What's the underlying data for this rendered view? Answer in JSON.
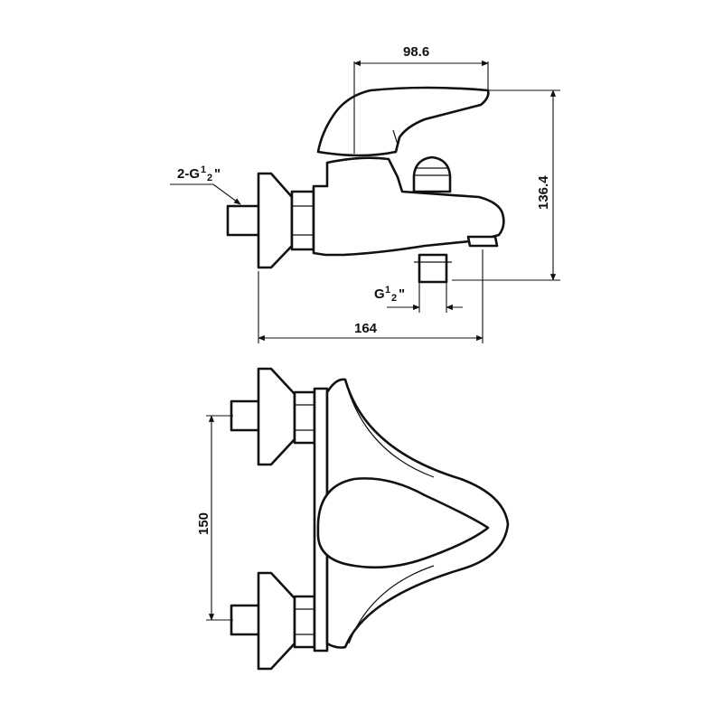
{
  "dimensions": {
    "lever_width": "98.6",
    "total_height": "136.4",
    "total_length": "164",
    "inlet_spacing": "150"
  },
  "thread_labels": {
    "inlet_prefix": "2-G",
    "inlet_num": "1",
    "inlet_den": "2",
    "inlet_suffix": "\"",
    "outlet_prefix": "G",
    "outlet_num": "1",
    "outlet_den": "2",
    "outlet_suffix": "\""
  }
}
